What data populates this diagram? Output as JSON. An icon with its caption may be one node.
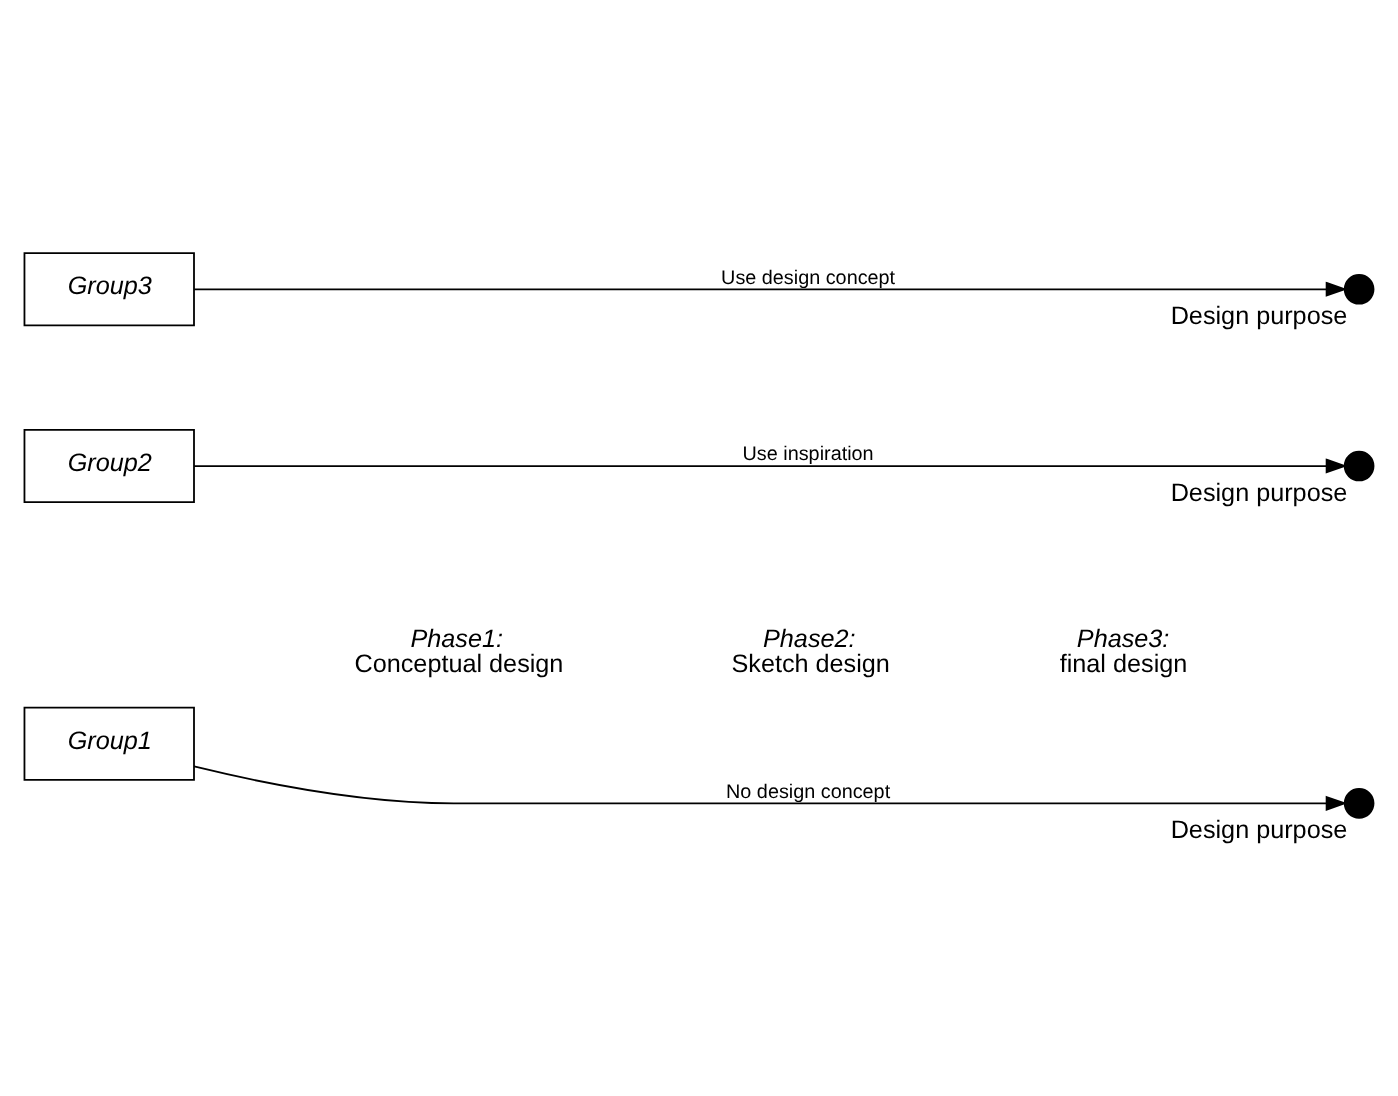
{
  "diagram": {
    "nodes": [
      {
        "text": [
          "Group1"
        ]
      },
      {
        "text": [],
        "shape": "circle",
        "beside": [
          "Design purpose"
        ]
      },
      {
        "text": [
          "Group2"
        ]
      },
      {
        "text": [],
        "shape": "circle",
        "beside": [
          "Design purpose"
        ]
      },
      {
        "text": [
          "Group3"
        ]
      },
      {
        "text": [],
        "shape": "circle",
        "beside": [
          "Design purpose"
        ]
      }
    ],
    "edges": [
      {
        "from": 0,
        "to": 1,
        "arrow": "to",
        "label": "No design concept"
      },
      {
        "from": 2,
        "to": 3,
        "arrow": "to",
        "label": "Use inspiration"
      },
      {
        "from": 4,
        "to": 5,
        "arrow": "to",
        "label": "Use design concept"
      }
    ],
    "labels": [
      "Phase1:",
      "Conceptual design",
      "Phase2:",
      "Sketch design",
      "Phase3:",
      "final design"
    ]
  }
}
